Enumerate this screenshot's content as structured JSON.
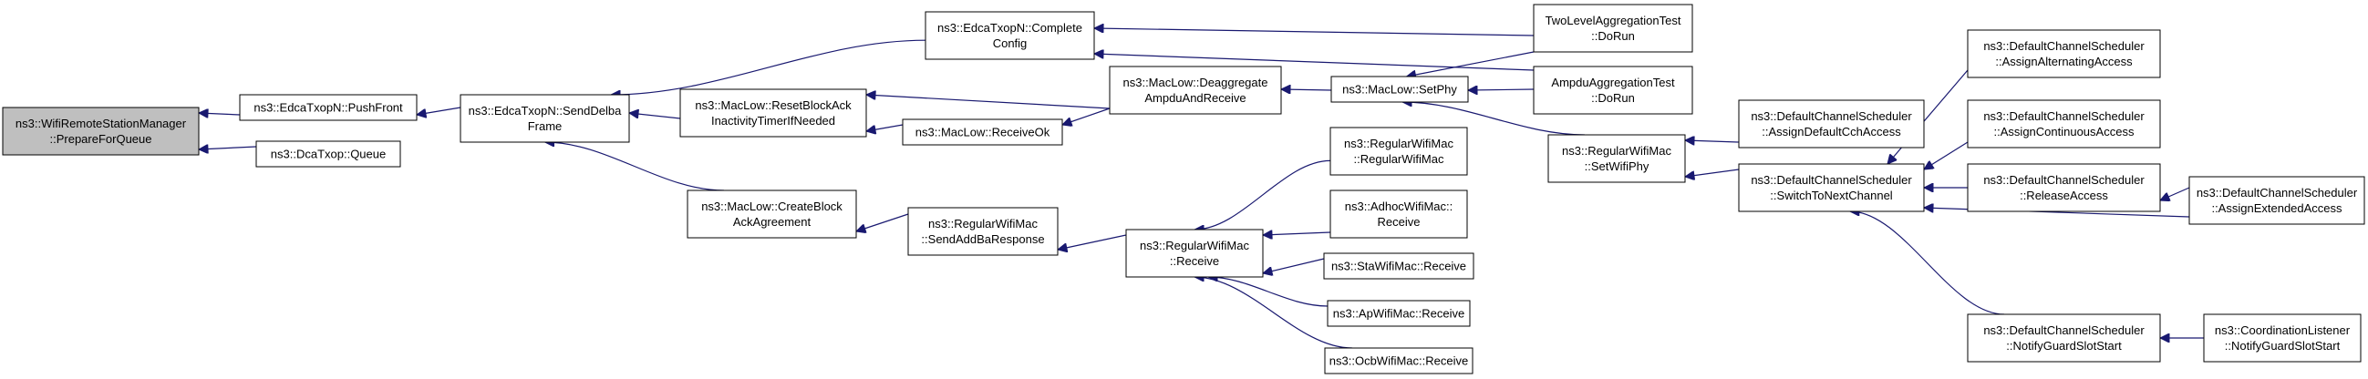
{
  "graph": {
    "edge_color": "#191970",
    "root_fill": "#bfbfbf",
    "nodes": [
      {
        "id": "root",
        "lines": [
          "ns3::WifiRemoteStationManager",
          "::PrepareForQueue"
        ],
        "root": true
      },
      {
        "id": "pushfront",
        "lines": [
          "ns3::EdcaTxopN::PushFront"
        ]
      },
      {
        "id": "dcaqueue",
        "lines": [
          "ns3::DcaTxop::Queue"
        ]
      },
      {
        "id": "senddelba",
        "lines": [
          "ns3::EdcaTxopN::SendDelba",
          "Frame"
        ]
      },
      {
        "id": "completeconfig",
        "lines": [
          "ns3::EdcaTxopN::Complete",
          "Config"
        ]
      },
      {
        "id": "resetblockack",
        "lines": [
          "ns3::MacLow::ResetBlockAck",
          "InactivityTimerIfNeeded"
        ]
      },
      {
        "id": "createblockack",
        "lines": [
          "ns3::MacLow::CreateBlock",
          "AckAgreement"
        ]
      },
      {
        "id": "receiveok",
        "lines": [
          "ns3::MacLow::ReceiveOk"
        ]
      },
      {
        "id": "deaggregate",
        "lines": [
          "ns3::MacLow::Deaggregate",
          "AmpduAndReceive"
        ]
      },
      {
        "id": "sendaddba",
        "lines": [
          "ns3::RegularWifiMac",
          "::SendAddBaResponse"
        ]
      },
      {
        "id": "setphy",
        "lines": [
          "ns3::MacLow::SetPhy"
        ]
      },
      {
        "id": "rwmreceive",
        "lines": [
          "ns3::RegularWifiMac",
          "::Receive"
        ]
      },
      {
        "id": "twolevel",
        "lines": [
          "TwoLevelAggregationTest",
          "::DoRun"
        ]
      },
      {
        "id": "ampduagg",
        "lines": [
          "AmpduAggregationTest",
          "::DoRun"
        ]
      },
      {
        "id": "setwifiphy",
        "lines": [
          "ns3::RegularWifiMac",
          "::SetWifiPhy"
        ]
      },
      {
        "id": "rwmctor",
        "lines": [
          "ns3::RegularWifiMac",
          "::RegularWifiMac"
        ]
      },
      {
        "id": "adhocreceive",
        "lines": [
          "ns3::AdhocWifiMac::",
          "Receive"
        ]
      },
      {
        "id": "stareceive",
        "lines": [
          "ns3::StaWifiMac::Receive"
        ]
      },
      {
        "id": "apreceive",
        "lines": [
          "ns3::ApWifiMac::Receive"
        ]
      },
      {
        "id": "ocbreceive",
        "lines": [
          "ns3::OcbWifiMac::Receive"
        ]
      },
      {
        "id": "assigncch",
        "lines": [
          "ns3::DefaultChannelScheduler",
          "::AssignDefaultCchAccess"
        ]
      },
      {
        "id": "switchnext",
        "lines": [
          "ns3::DefaultChannelScheduler",
          "::SwitchToNextChannel"
        ]
      },
      {
        "id": "assignalt",
        "lines": [
          "ns3::DefaultChannelScheduler",
          "::AssignAlternatingAccess"
        ]
      },
      {
        "id": "assigncont",
        "lines": [
          "ns3::DefaultChannelScheduler",
          "::AssignContinuousAccess"
        ]
      },
      {
        "id": "release",
        "lines": [
          "ns3::DefaultChannelScheduler",
          "::ReleaseAccess"
        ]
      },
      {
        "id": "notifyguard",
        "lines": [
          "ns3::DefaultChannelScheduler",
          "::NotifyGuardSlotStart"
        ]
      },
      {
        "id": "assignext",
        "lines": [
          "ns3::DefaultChannelScheduler",
          "::AssignExtendedAccess"
        ]
      },
      {
        "id": "coordlistener",
        "lines": [
          "ns3::CoordinationListener",
          "::NotifyGuardSlotStart"
        ]
      }
    ],
    "edges": [
      [
        "pushfront",
        "root"
      ],
      [
        "dcaqueue",
        "root"
      ],
      [
        "senddelba",
        "pushfront"
      ],
      [
        "completeconfig",
        "senddelba"
      ],
      [
        "resetblockack",
        "senddelba"
      ],
      [
        "createblockack",
        "senddelba"
      ],
      [
        "deaggregate",
        "resetblockack"
      ],
      [
        "receiveok",
        "resetblockack"
      ],
      [
        "deaggregate",
        "receiveok"
      ],
      [
        "setphy",
        "deaggregate"
      ],
      [
        "twolevel",
        "completeconfig"
      ],
      [
        "ampduagg",
        "completeconfig"
      ],
      [
        "twolevel",
        "setphy"
      ],
      [
        "ampduagg",
        "setphy"
      ],
      [
        "setwifiphy",
        "setphy"
      ],
      [
        "sendaddba",
        "createblockack"
      ],
      [
        "rwmreceive",
        "sendaddba"
      ],
      [
        "rwmctor",
        "rwmreceive"
      ],
      [
        "adhocreceive",
        "rwmreceive"
      ],
      [
        "stareceive",
        "rwmreceive"
      ],
      [
        "apreceive",
        "rwmreceive"
      ],
      [
        "ocbreceive",
        "rwmreceive"
      ],
      [
        "assigncch",
        "setwifiphy"
      ],
      [
        "switchnext",
        "setwifiphy"
      ],
      [
        "assignalt",
        "switchnext"
      ],
      [
        "assigncont",
        "switchnext"
      ],
      [
        "release",
        "switchnext"
      ],
      [
        "notifyguard",
        "switchnext"
      ],
      [
        "assignext",
        "switchnext"
      ],
      [
        "assignext",
        "release"
      ],
      [
        "coordlistener",
        "notifyguard"
      ]
    ]
  }
}
